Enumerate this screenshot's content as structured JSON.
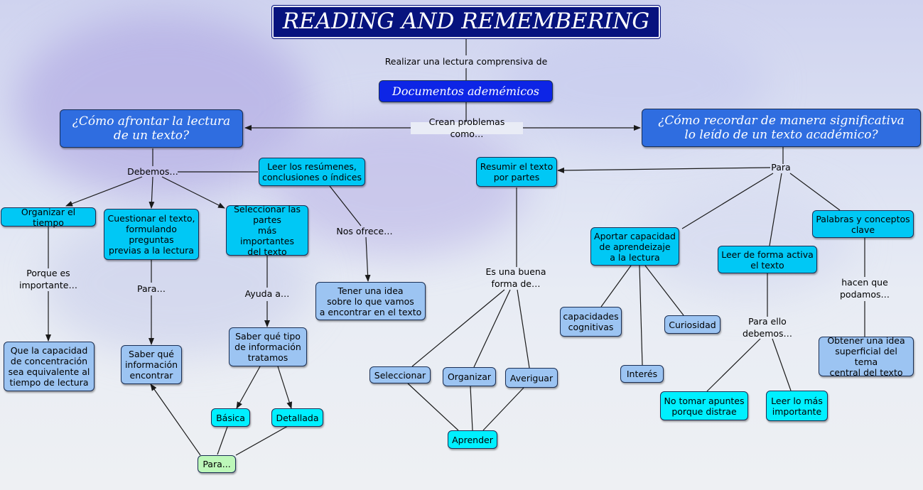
{
  "title": "READING AND REMEMBERING",
  "labels": {
    "realizar": "Realizar una lectura comprensiva de",
    "crean": "Crean problemas como…",
    "debemos": "Debemos…",
    "para_right": "Para",
    "nos_ofrece": "Nos ofrece…",
    "porque": "Porque es\nimportante…",
    "para_left": "Para…",
    "ayuda": "Ayuda a…",
    "buena_forma": "Es una buena\nforma de…",
    "hacen_que": "hacen que\npodamos…",
    "para_ello": "Para ello\ndebemos…"
  },
  "nodes": {
    "documentos": "Documentos ademémicos",
    "como_afrontar": "¿Cómo afrontar la lectura\nde un texto?",
    "como_recordar": "¿Cómo recordar de manera significativa\nlo leído de un texto académico?",
    "leer_resumenes": "Leer los resúmenes,\nconclusiones o índices",
    "organizar_tiempo": "Organizar el tiempo",
    "cuestionar": "Cuestionar el texto,\nformulando\npreguntas\nprevias a la lectura",
    "seleccionar_partes": "Seleccionar las\npartes\nmás importantes\ndel texto",
    "tener_idea": "Tener una idea\nsobre lo que vamos\na encontrar en el texto",
    "que_capacidad": "Que la capacidad\nde concentración\nsea equivalente al\ntiempo de lectura",
    "saber_informacion": "Saber qué\ninformación\nencontrar",
    "saber_tipo": "Saber qué tipo\nde información\ntratamos",
    "basica": "Básica",
    "detallada": "Detallada",
    "para_box": "Para...",
    "resumir": "Resumir el texto\npor partes",
    "seleccionar": "Seleccionar",
    "organizar": "Organizar",
    "averiguar": "Averiguar",
    "aprender": "Aprender",
    "aportar": "Aportar capacidad\nde aprendeizaje\na la lectura",
    "capacidades": "capacidades\ncognitivas",
    "curiosidad": "Curiosidad",
    "interes": "Interés",
    "leer_activa": "Leer de forma activa\nel texto",
    "palabras": "Palabras y conceptos\nclave",
    "obtener": "Obtener una idea\nsuperficial del tema\ncentral del texto",
    "no_tomar": "No tomar apuntes\nporque distrae",
    "leer_mas": "Leer lo más\nimportante"
  },
  "colors": {
    "title_bg": "#07137e",
    "docs_bg": "#0d25e6",
    "question_bg": "#2f6de0",
    "sky_node": "#00c8f5",
    "light_node": "#9cc4f2",
    "cyan_node": "#00f0ff",
    "green_node": "#bdf7b9",
    "line": "#1a1a1a"
  }
}
